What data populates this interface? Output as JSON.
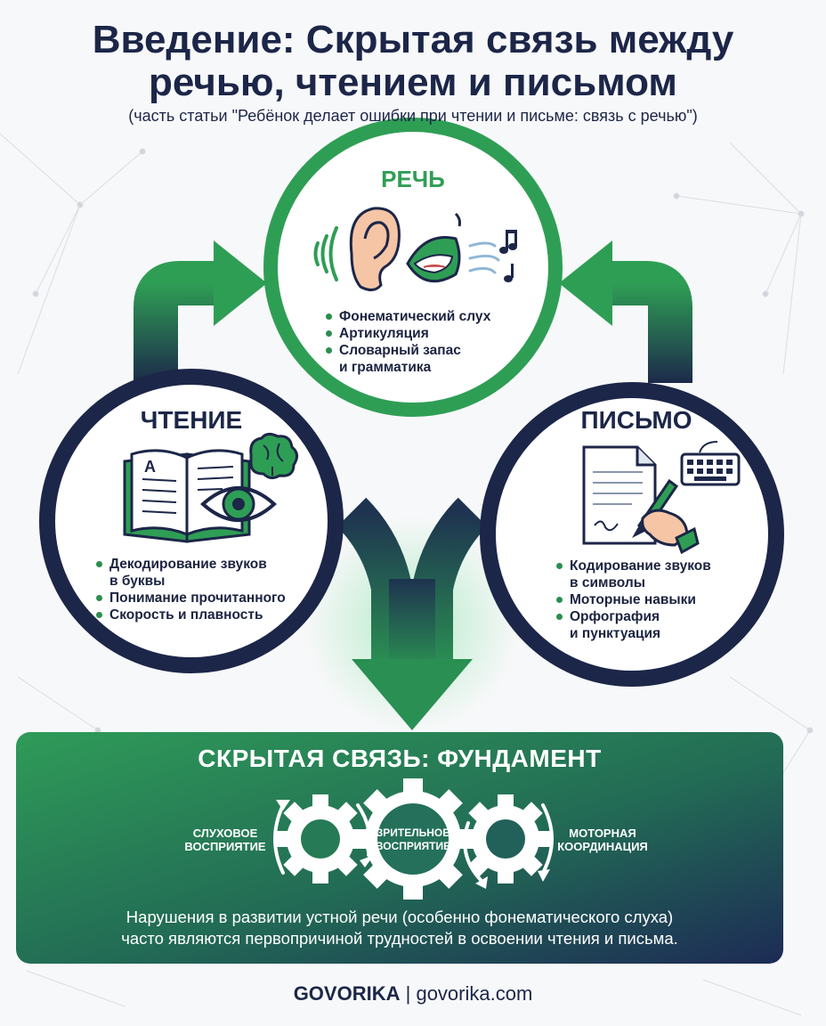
{
  "header": {
    "title_line1": "Введение: Скрытая связь между",
    "title_line2": "речью, чтением и письмом",
    "subtitle": "(часть статьи \"Ребёнок делает ошибки при чтении и письме: связь с речью\")"
  },
  "speech": {
    "title": "РЕЧЬ",
    "items": [
      "Фонематический слух",
      "Артикуляция",
      "Словарный запас",
      "и грамматика"
    ]
  },
  "reading": {
    "title": "ЧТЕНИЕ",
    "book_letter": "A",
    "items": [
      "Декодирование звуков",
      "в буквы",
      "Понимание прочитанного",
      "Скорость и плавность"
    ]
  },
  "writing": {
    "title": "ПИСЬМО",
    "items": [
      "Кодирование звуков",
      "в символы",
      "Моторные навыки",
      "Орфография",
      "и пунктуация"
    ]
  },
  "foundation": {
    "title": "СКРЫТАЯ СВЯЗЬ: ФУНДАМЕНТ",
    "gear_left_line1": "СЛУХОВОЕ",
    "gear_left_line2": "ВОСПРИЯТИЕ",
    "gear_center_line1": "ЗРИТЕЛЬНОЕ",
    "gear_center_line2": "ВОСПРИЯТИЕ",
    "gear_right_line1": "МОТОРНАЯ",
    "gear_right_line2": "КООРДИНАЦИЯ",
    "text_line1": "Нарушения в развитии устной речи (особенно фонематического слуха)",
    "text_line2": "часто являются первопричиной трудностей в освоении чтения и письма."
  },
  "footer": {
    "brand": "GOVORIKA",
    "separator": "|",
    "site": "govorika.com"
  },
  "colors": {
    "navy": "#1c2648",
    "green": "#2f9e55",
    "dark_green": "#1d6b45"
  }
}
